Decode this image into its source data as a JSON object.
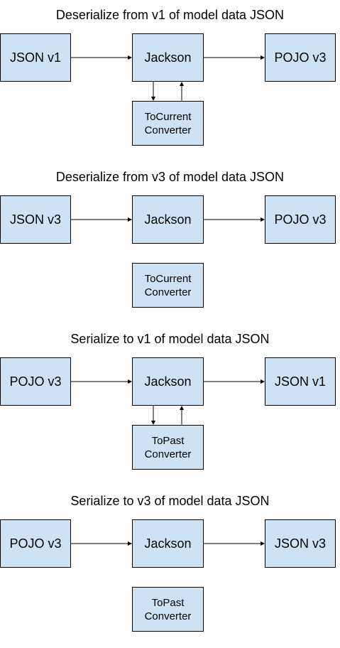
{
  "sections": [
    {
      "title": "Deserialize from v1 of model data JSON",
      "source": "JSON v1",
      "middle": "Jackson",
      "target": "POJO v3",
      "converter": "ToCurrent\nConverter",
      "converter_linked": true
    },
    {
      "title": "Deserialize from v3 of model data JSON",
      "source": "JSON v3",
      "middle": "Jackson",
      "target": "POJO v3",
      "converter": "ToCurrent\nConverter",
      "converter_linked": false
    },
    {
      "title": "Serialize to v1 of model data JSON",
      "source": "POJO v3",
      "middle": "Jackson",
      "target": "JSON v1",
      "converter": "ToPast\nConverter",
      "converter_linked": true
    },
    {
      "title": "Serialize to v3 of model data JSON",
      "source": "POJO v3",
      "middle": "Jackson",
      "target": "JSON v3",
      "converter": "ToPast\nConverter",
      "converter_linked": false
    }
  ],
  "colors": {
    "box_fill": "#cfe2f3",
    "stroke": "#000000"
  }
}
